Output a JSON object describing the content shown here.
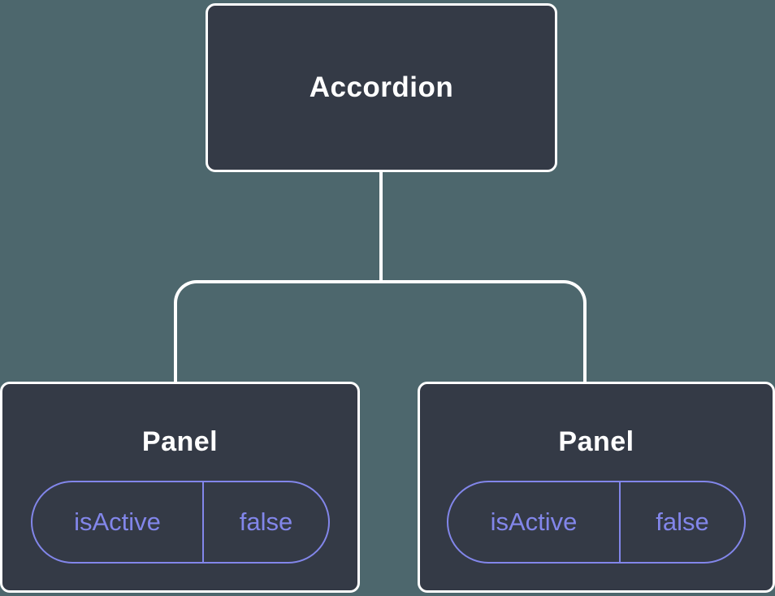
{
  "diagram": {
    "type": "component-tree",
    "colors": {
      "background": "#4d676d",
      "node_fill": "#343a46",
      "node_border": "#ffffff",
      "connector": "#ffffff",
      "state_accent": "#8286ea",
      "title_text": "#ffffff"
    },
    "root": {
      "label": "Accordion"
    },
    "children": [
      {
        "label": "Panel",
        "state": {
          "key": "isActive",
          "value": "false"
        }
      },
      {
        "label": "Panel",
        "state": {
          "key": "isActive",
          "value": "false"
        }
      }
    ]
  }
}
